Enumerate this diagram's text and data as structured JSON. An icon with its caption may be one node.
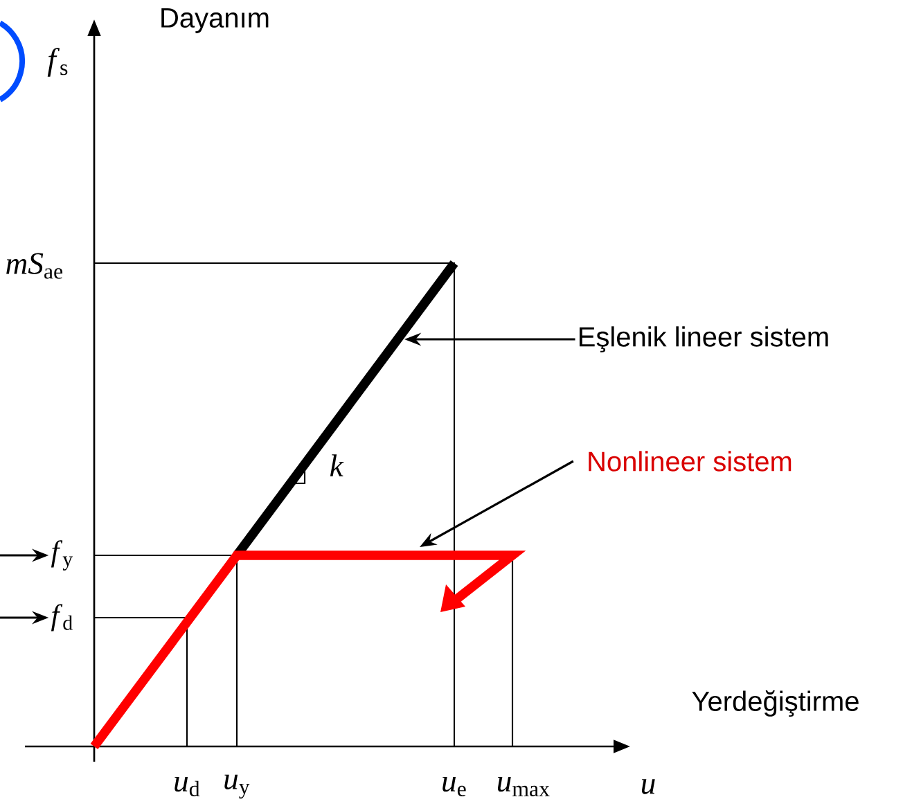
{
  "diagram": {
    "nodes": [
      {
        "text": [
          "Eşlenik lineer sistem"
        ]
      },
      {
        "text": [
          "Nonlineer sistem"
        ]
      },
      {
        "text": [
          "*f*$_{y}$"
        ]
      },
      {
        "text": [
          "*f*$_{d}$"
        ]
      }
    ],
    "edges": [
      {
        "from": 0,
        "to": null,
        "arrow": "to"
      },
      {
        "from": 1,
        "to": null,
        "arrow": "to"
      },
      {
        "from": null,
        "to": 2,
        "arrow": "to"
      },
      {
        "from": null,
        "to": 3,
        "arrow": "to"
      }
    ],
    "labels": [
      "Dayanım",
      "*f*$_{s}$",
      "*mS*$_{ae}$",
      "*k*",
      "Yerdeğiştirme",
      "*u*$_{d}$",
      "*u*$_{y}$",
      "*u*$_{e}$",
      "*u*$_{max}$",
      "*u*"
    ]
  }
}
